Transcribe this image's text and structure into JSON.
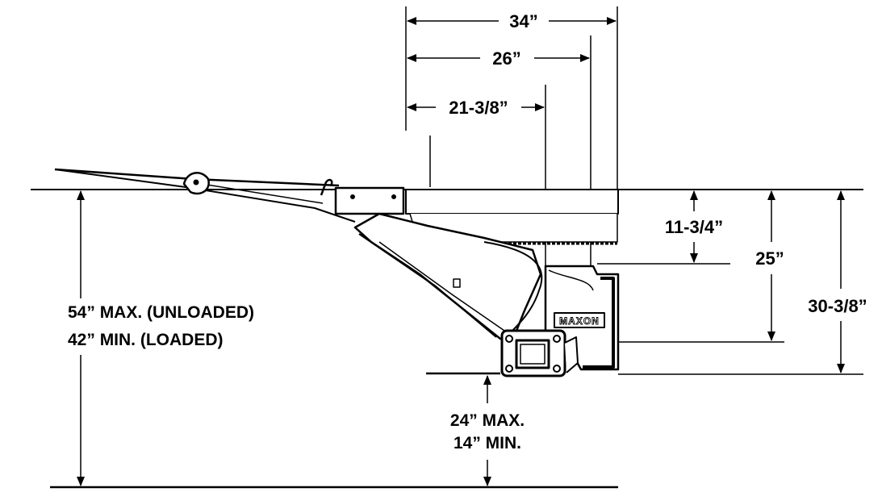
{
  "dimensions": {
    "width_34": "34”",
    "width_26": "26”",
    "width_21_38": "21-3/8”",
    "height_11_34": "11-3/4”",
    "height_25": "25”",
    "height_30_38": "30-3/8”",
    "bed_height_max": "54” MAX. (UNLOADED)",
    "bed_height_min": "42” MIN.  (LOADED)",
    "ground_clearance_max": "24” MAX.",
    "ground_clearance_min": "14” MIN."
  },
  "brand": {
    "logo_text": "MAXON"
  }
}
